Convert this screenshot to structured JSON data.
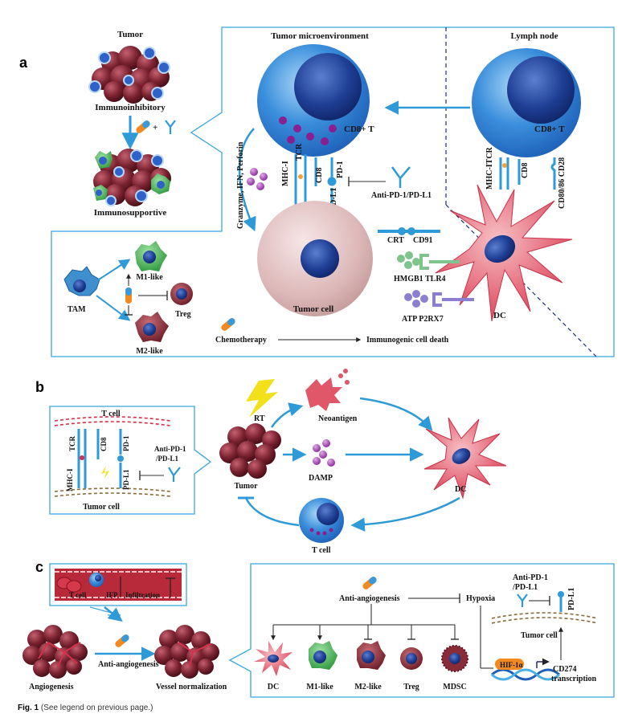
{
  "panel_a": {
    "letter": "a",
    "tumor": "Tumor",
    "immunoinhibitory": "Immunoinhibitory",
    "immunosupportive": "Immunosupportive",
    "plus": "+",
    "tumor_microenvironment": "Tumor microenvironment",
    "lymph_node": "Lymph node",
    "cd8_t": "CD8+ T",
    "cd8_t_ln": "CD8+ T",
    "mhc_i": "MHC-I",
    "tcr": "TCR",
    "cd8": "CD8",
    "pd1": "PD-1",
    "pdl1": "PD-L1",
    "anti_pd1": "Anti-PD-1/PD-L1",
    "granzyme": "Granzyme, IFN, Perforin",
    "mhc_i_tcr_ln": "MHC-ITCR",
    "cd8_ln": "CD8",
    "cd80": "CD80/86 CD28",
    "crt": "CRT",
    "cd91": "CD91",
    "hmgb1": "HMGB1 TLR4",
    "atp": "ATP P2RX7",
    "dc": "DC",
    "tumor_cell": "Tumor cell",
    "tam": "TAM",
    "m1": "M1-like",
    "m2": "M2-like",
    "treg": "Treg",
    "chemotherapy": "Chemotherapy",
    "icd": "Immunogenic cell death"
  },
  "panel_b": {
    "letter": "b",
    "t_cell": "T cell",
    "tcr": "TCR",
    "cd8": "CD8",
    "pd1": "PD-1",
    "mhc_i": "MHC-I",
    "pdl1": "PD-L1",
    "anti": "Anti-PD-1\n/PD-L1",
    "anti_line1": "Anti-PD-1",
    "anti_line2": "/PD-L1",
    "tumor_cell": "Tumor cell",
    "rt": "RT",
    "tumor": "Tumor",
    "neoantigen": "Neoantigen",
    "damp": "DAMP",
    "dc": "DC",
    "t_cell_bottom": "T cell"
  },
  "panel_c": {
    "letter": "c",
    "t_cell": "T cell",
    "ifp": "IFP",
    "infiltration": "Infiltration",
    "angiogenesis": "Angiogenesis",
    "anti_angio": "Anti-angiogenesis",
    "vessel_norm": "Vessel normalization",
    "anti_angio_box": "Anti-angiogenesis",
    "hypoxia": "Hypoxia",
    "anti_line1": "Anti-PD-1",
    "anti_line2": "/PD-L1",
    "pdl1": "PD-L1",
    "tumor_cell": "Tumor cell",
    "hif": "HIF-1α",
    "cd274_1": "CD274",
    "cd274_2": "transcription",
    "cells": [
      "DC",
      "M1-like",
      "M2-like",
      "Treg",
      "MDSC"
    ]
  },
  "caption": {
    "fig": "Fig. 1",
    "text": "(See legend on previous page.)"
  },
  "colors": {
    "frame": "#3aa8dc",
    "arrow": "#2e9ad8",
    "tumor_cell": "#e2c3c3",
    "t_cell": "#2f7fd4",
    "nucleus": "#1d3f93",
    "dc": "#e0576a",
    "tumor_mass": "#7a2a32"
  }
}
